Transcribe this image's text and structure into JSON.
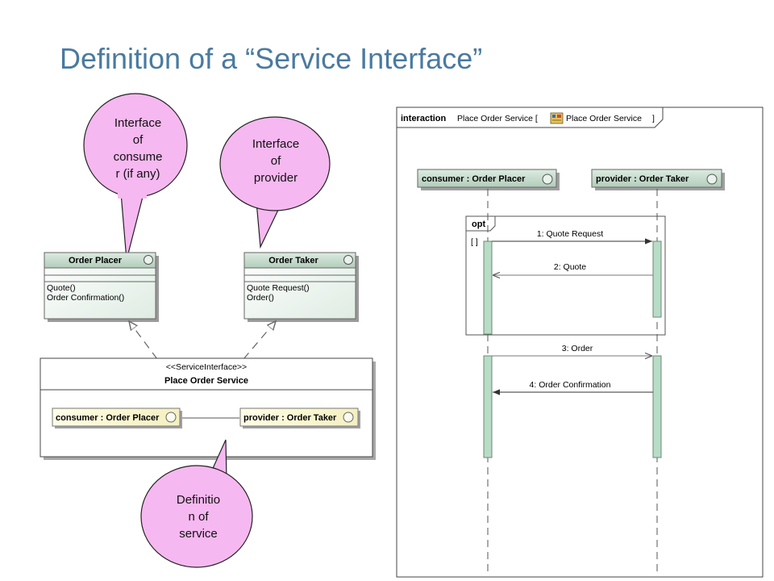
{
  "slide": {
    "title": "Definition of a “Service Interface”"
  },
  "callouts": {
    "consumer": [
      "Interface",
      "of",
      "consume",
      "r (if any)"
    ],
    "provider": [
      "Interface",
      "of",
      "provider"
    ],
    "service": [
      "Definitio",
      "n of",
      "service"
    ]
  },
  "class_diagram": {
    "order_placer": {
      "name": "Order Placer",
      "operations": [
        "Quote()",
        "Order Confirmation()"
      ]
    },
    "order_taker": {
      "name": "Order Taker",
      "operations": [
        "Quote Request()",
        "Order()"
      ]
    },
    "service": {
      "stereotype": "<<ServiceInterface>>",
      "name": "Place Order Service",
      "consumer_part": "consumer : Order Placer",
      "provider_part": "provider : Order Taker"
    }
  },
  "sequence_diagram": {
    "frame_keyword": "interaction",
    "frame_name": "Place Order Service [",
    "frame_ref": "Place Order Service",
    "frame_end": "]",
    "lifeline_consumer": "consumer : Order Placer",
    "lifeline_provider": "provider : Order Taker",
    "fragment_operator": "opt",
    "guard": "[ ]",
    "messages": [
      "1: Quote Request",
      "2: Quote",
      "3: Order",
      "4: Order Confirmation"
    ]
  },
  "colors": {
    "title": "#4a7aa0",
    "callout_fill": "#f6b8f0",
    "class_header": "#b9d4c1",
    "activation": "#b8dcc6",
    "part_fill": "#fdfbd8"
  },
  "icons": [
    "class-circle-icon",
    "interaction-diagram-icon"
  ]
}
